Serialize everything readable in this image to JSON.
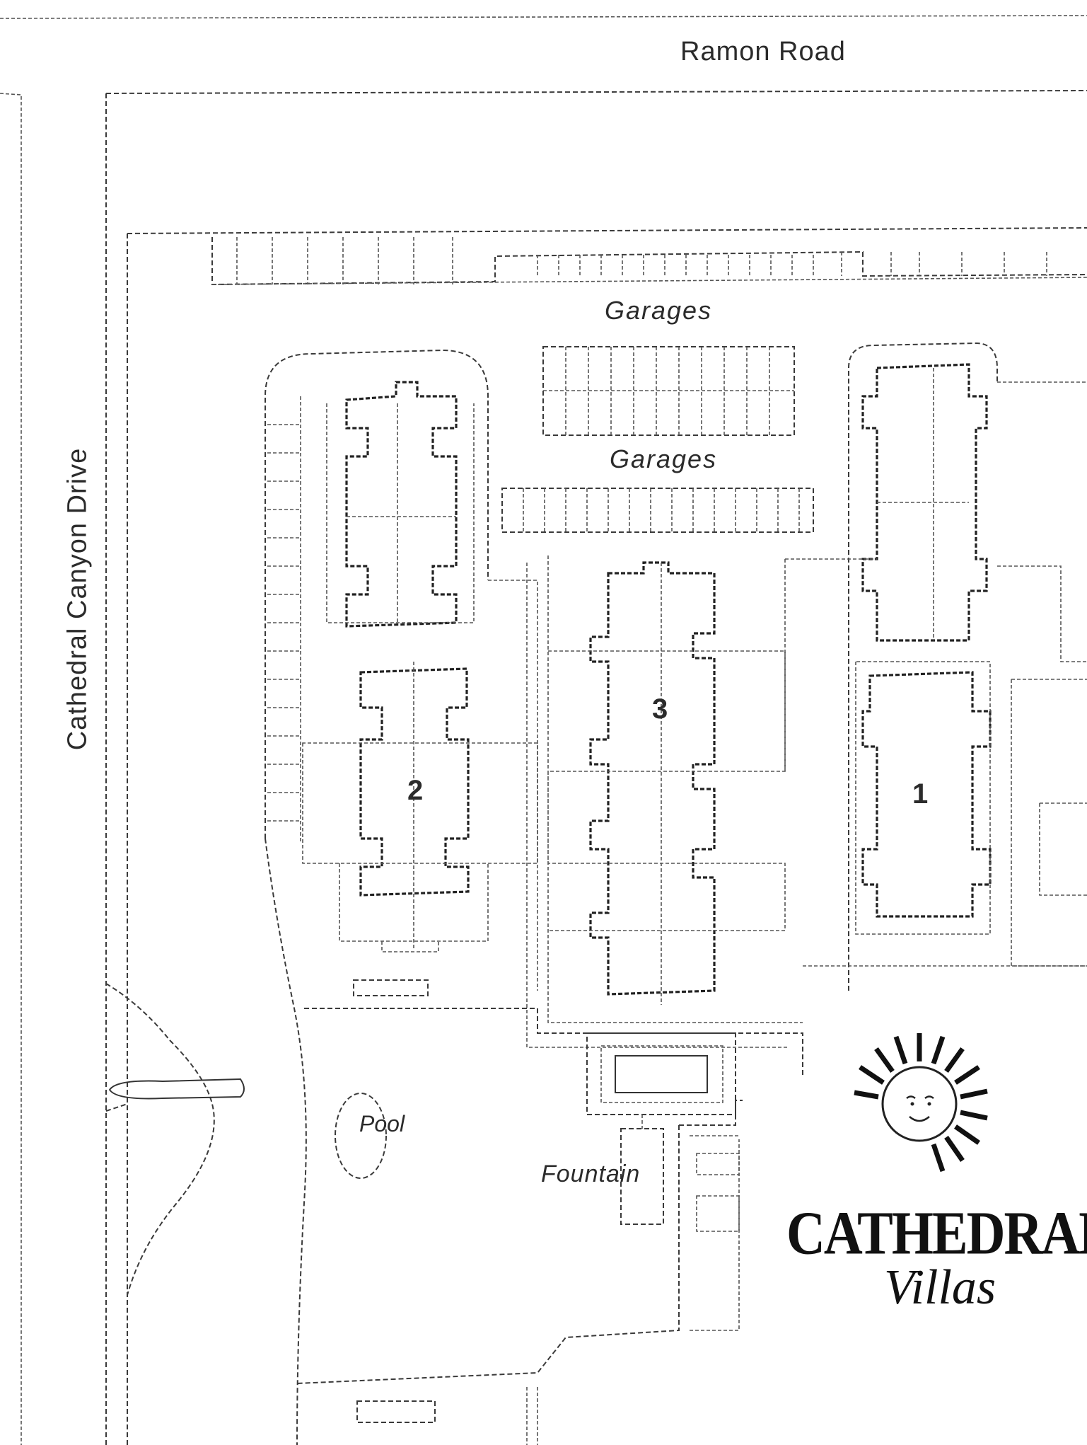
{
  "labels": {
    "road_top": "Ramon Road",
    "road_left": "Cathedral Canyon Drive",
    "garages_1": "Garages",
    "garages_2": "Garages",
    "pool": "Pool",
    "fountain": "Fountain"
  },
  "buildings": {
    "b1": "1",
    "b2": "2",
    "b3": "3"
  },
  "logo": {
    "line1": "CATHEDRAL",
    "line2": "Villas"
  },
  "colors": {
    "ink": "#2b2b2b",
    "paper": "#ffffff"
  }
}
